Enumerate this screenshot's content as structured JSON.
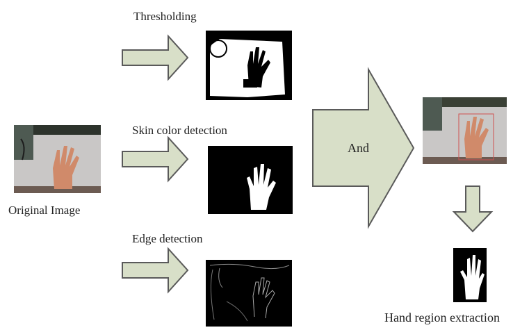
{
  "labels": {
    "thresholding": "Thresholding",
    "skin_color_detection": "Skin color detection",
    "edge_detection": "Edge detection",
    "original_image": "Original Image",
    "and": "And",
    "hand_region_extraction": "Hand region extraction"
  },
  "colors": {
    "arrow_fill": "#d8dfc8",
    "arrow_stroke": "#5a5a5a"
  }
}
